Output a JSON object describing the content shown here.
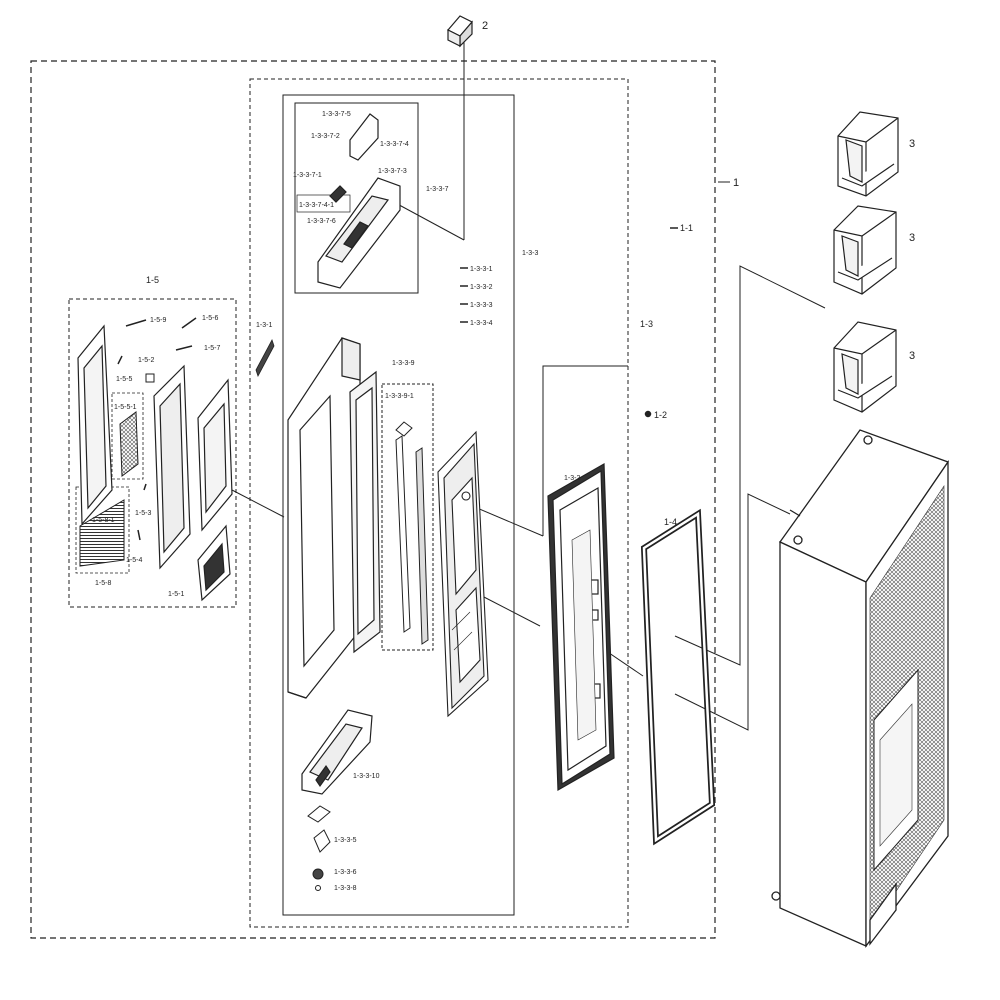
{
  "labels": {
    "l1": "1",
    "l1_1": "1-1",
    "l1_2": "1-2",
    "l1_3": "1-3",
    "l1_3_1": "1-3-1",
    "l1_3_2": "1-3-2",
    "l1_3_3": "1-3-3",
    "l1_3_3_1": "1-3-3-1",
    "l1_3_3_2": "1-3-3-2",
    "l1_3_3_3": "1-3-3-3",
    "l1_3_3_4": "1-3-3-4",
    "l1_3_3_5": "1-3-3-5",
    "l1_3_3_6": "1-3-3-6",
    "l1_3_3_7": "1-3-3-7",
    "l1_3_3_7_1": "1-3-3-7-1",
    "l1_3_3_7_2": "1-3-3-7-2",
    "l1_3_3_7_3": "1-3-3-7-3",
    "l1_3_3_7_4": "1-3-3-7-4",
    "l1_3_3_7_4_1": "1-3-3-7-4-1",
    "l1_3_3_7_5": "1-3-3-7-5",
    "l1_3_3_7_6": "1-3-3-7-6",
    "l1_3_3_8": "1-3-3-8",
    "l1_3_3_9": "1-3-3-9",
    "l1_3_3_9_1": "1-3-3-9-1",
    "l1_3_3_10": "1-3-3-10",
    "l1_4": "1-4",
    "l1_5": "1-5",
    "l1_5_1": "1-5-1",
    "l1_5_2": "1-5-2",
    "l1_5_3": "1-5-3",
    "l1_5_4": "1-5-4",
    "l1_5_5": "1-5-5",
    "l1_5_5_1": "1-5-5-1",
    "l1_5_6": "1-5-6",
    "l1_5_7": "1-5-7",
    "l1_5_8": "1-5-8",
    "l1_5_8_1": "1-5-8-1",
    "l1_5_9": "1-5-9",
    "l2": "2",
    "l3a": "3",
    "l3b": "3",
    "l3c": "3"
  },
  "colors": {
    "line": "#222222",
    "paper": "#ffffff",
    "mesh": "#555555"
  }
}
